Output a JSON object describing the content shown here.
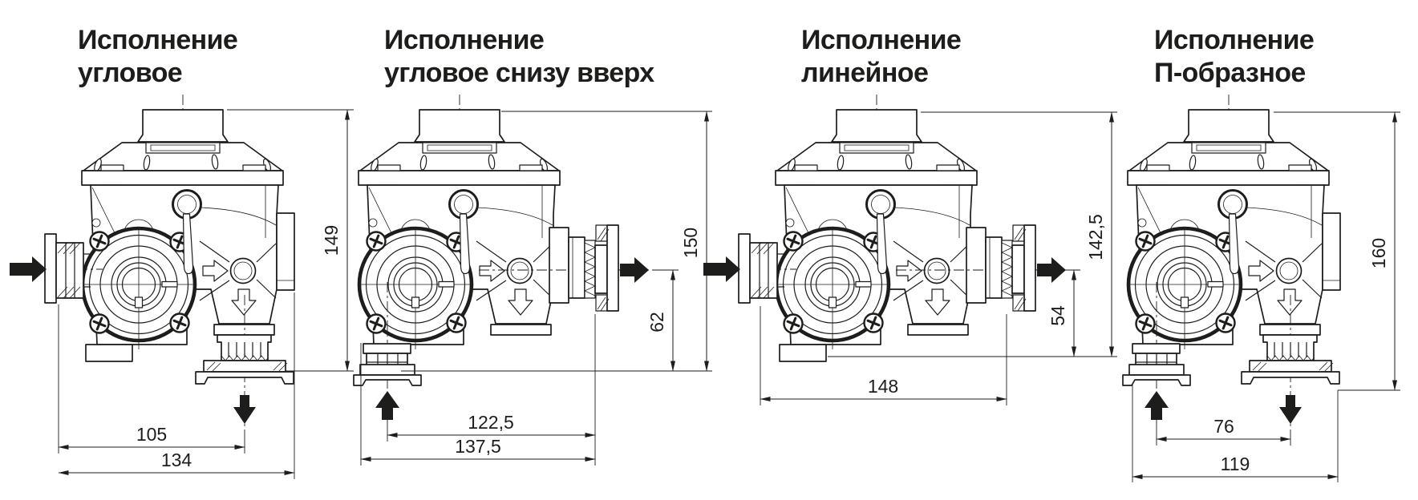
{
  "sheet": {
    "background_color": "#ffffff",
    "line_color": "#1d1d1b",
    "subject": "Габаритные размеры счётчика газа — варианты исполнения"
  },
  "diagrams": [
    {
      "key": "angular",
      "title_line1": "Исполнение",
      "title_line2": "угловое",
      "flow": {
        "inlet_arrow": "left",
        "outlet_arrow": "down"
      },
      "dims": {
        "h1": "105",
        "h2": "134",
        "v1": "149"
      }
    },
    {
      "key": "angular_bottom_up",
      "title_line1": "Исполнение",
      "title_line2": "угловое снизу вверх",
      "flow": {
        "inlet_arrow": "up",
        "outlet_arrow": "right"
      },
      "dims": {
        "h1": "122,5",
        "h2": "137,5",
        "v1": "150",
        "v2": "62"
      }
    },
    {
      "key": "linear",
      "title_line1": "Исполнение",
      "title_line2": "линейное",
      "flow": {
        "inlet_arrow": "left",
        "outlet_arrow": "right"
      },
      "dims": {
        "h1": "148",
        "v1": "142,5",
        "v2": "54"
      }
    },
    {
      "key": "u_shaped",
      "title_line1": "Исполнение",
      "title_line2": "П-образное",
      "flow": {
        "inlet_arrow": "up",
        "outlet_arrow": "down"
      },
      "dims": {
        "h1": "76",
        "h2": "119",
        "v1": "160"
      }
    }
  ]
}
